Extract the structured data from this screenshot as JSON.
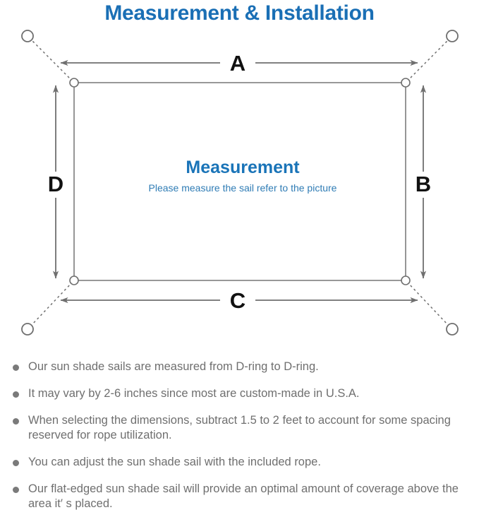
{
  "page": {
    "title": "Measurement & Installation",
    "title_color": "#1a6fb5"
  },
  "diagram": {
    "name": "sun-shade-sail-measurement-diagram",
    "center_title": "Measurement",
    "center_subtitle": "Please measure the sail refer to the picture",
    "center_title_color": "#1a74b8",
    "center_subtitle_color": "#2f7cb5",
    "line_color": "#7d7d7d",
    "sail_edge_color": "#8a8a8a",
    "dimension_labels": {
      "top": "A",
      "right": "B",
      "bottom": "C",
      "left": "D"
    },
    "d_ring_count": 4,
    "anchor_point_count": 4
  },
  "notes": [
    "Our sun shade sails are measured from D-ring to D-ring.",
    "It may vary by 2-6 inches since most are custom-made in U.S.A.",
    "When selecting the dimensions, subtract 1.5 to 2 feet to account for some spacing reserved for rope utilization.",
    "You can adjust the sun shade sail with the included rope.",
    "Our flat-edged sun shade sail will provide an optimal amount of coverage above the area it′ s placed."
  ]
}
